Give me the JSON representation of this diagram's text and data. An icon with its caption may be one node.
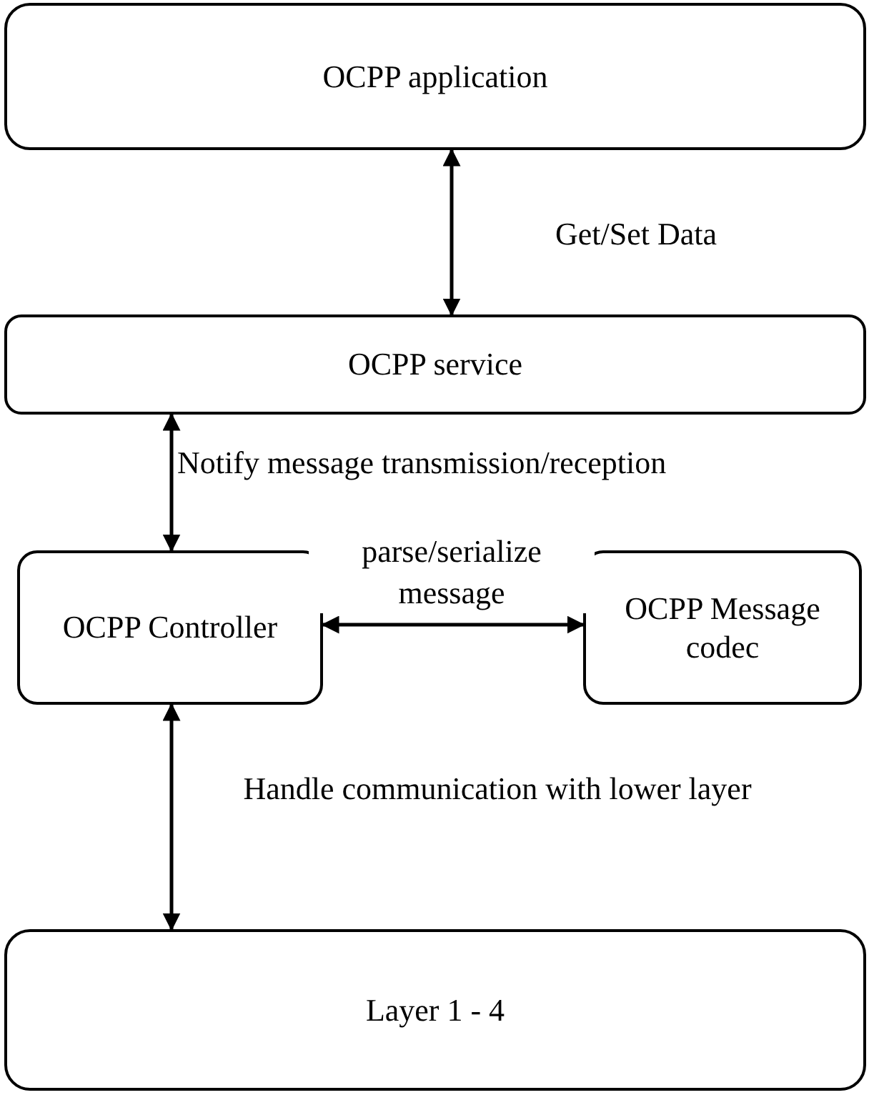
{
  "diagram": {
    "nodes": [
      {
        "text": [
          "OCPP application"
        ]
      },
      {
        "text": [
          "OCPP service"
        ]
      },
      {
        "text": [
          "OCPP Controller"
        ]
      },
      {
        "text": [
          "OCPP Message codec"
        ]
      },
      {
        "text": [
          "Layer 1 - 4"
        ]
      }
    ],
    "edges": [
      {
        "from": 0,
        "to": 1,
        "arrow": "both",
        "label": "Get/Set Data"
      },
      {
        "from": 1,
        "to": 2,
        "arrow": "both",
        "label": "Notify message transmission/reception"
      },
      {
        "from": 2,
        "to": 3,
        "arrow": "both",
        "label": "parse/serialize message"
      },
      {
        "from": 2,
        "to": 4,
        "arrow": "both",
        "label": "Handle communication with lower layer"
      }
    ]
  }
}
